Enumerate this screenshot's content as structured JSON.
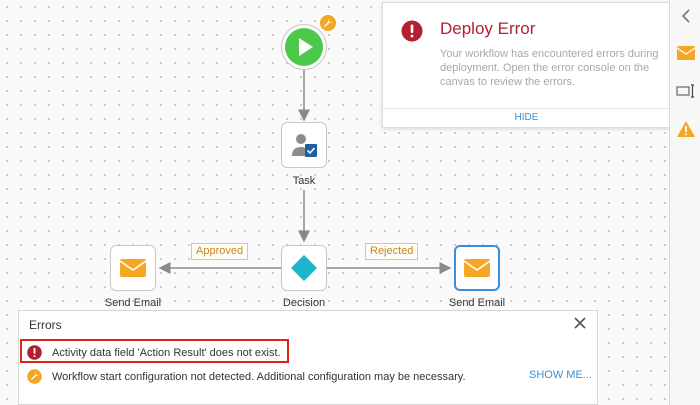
{
  "nodes": {
    "task_label": "Task",
    "decision_label": "Decision",
    "send_email_left_label": "Send Email",
    "send_email_right_label": "Send Email"
  },
  "edges": {
    "approved_label": "Approved",
    "rejected_label": "Rejected"
  },
  "toast": {
    "title": "Deploy Error",
    "message": "Your workflow has encountered errors during deployment. Open the error console on the canvas to review the errors.",
    "hide_label": "HIDE"
  },
  "errors_panel": {
    "title": "Errors",
    "items": [
      {
        "type": "error",
        "text": "Activity data field 'Action Result' does not exist."
      },
      {
        "type": "warning",
        "text": "Workflow start configuration not detected. Additional configuration may be necessary."
      }
    ],
    "show_more_label": "SHOW ME..."
  },
  "colors": {
    "error_red": "#b22030",
    "warning_orange": "#f5a623",
    "link_blue": "#3b8fd6",
    "start_green": "#4cc94a",
    "decision_cyan": "#1bb4c8"
  }
}
